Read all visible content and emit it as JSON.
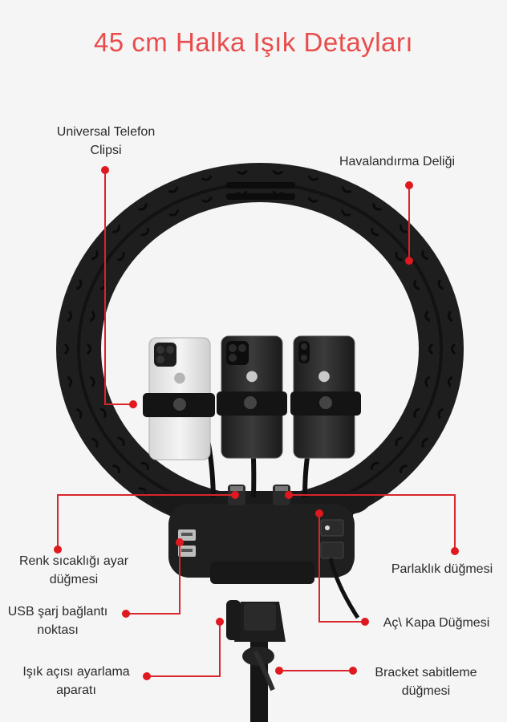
{
  "title": "45 cm Halka Işık Detayları",
  "colors": {
    "title": "#e94c4c",
    "leader": "#d9252b",
    "dot": "#e0181f",
    "background": "#f5f5f5"
  },
  "callouts": {
    "phone_clip": {
      "line1": "Universal Telefon",
      "line2": "Clipsi"
    },
    "vent": {
      "line1": "Havalandırma Deliği"
    },
    "color_temp": {
      "line1": "Renk sıcaklığı ayar",
      "line2": "düğmesi"
    },
    "usb": {
      "line1": "USB şarj bağlantı",
      "line2": "noktası"
    },
    "angle": {
      "line1": "Işık açısı ayarlama",
      "line2": "aparatı"
    },
    "brightness": {
      "line1": "Parlaklık düğmesi"
    },
    "power": {
      "line1": "Aç\\ Kapa Düğmesi"
    },
    "bracket": {
      "line1": "Bracket sabitleme",
      "line2": "düğmesi"
    }
  },
  "icons": [
    "apple-logo-icon",
    "camera-lens-icon",
    "usb-port-icon",
    "power-switch-icon"
  ]
}
